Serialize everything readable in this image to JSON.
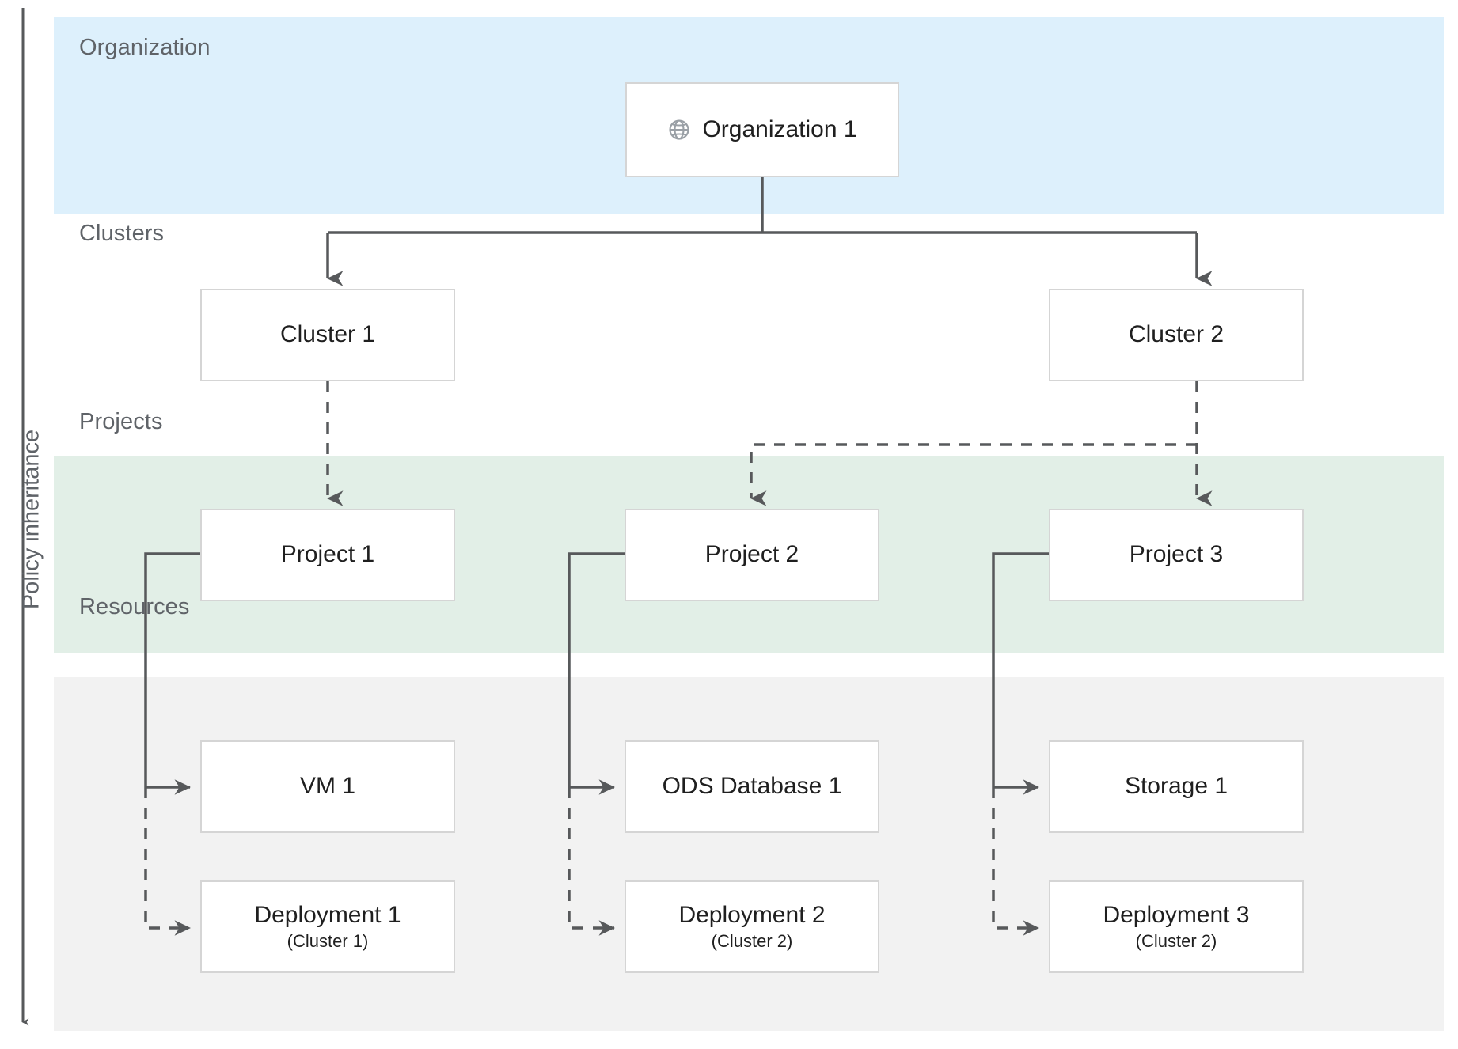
{
  "diagram": {
    "axis_label": "Policy inheritance",
    "bands": [
      {
        "id": "organization",
        "label": "Organization",
        "color": "#ddf0fc"
      },
      {
        "id": "clusters",
        "label": "Clusters",
        "color": "#ffffff"
      },
      {
        "id": "projects",
        "label": "Projects",
        "color": "#e2efe7"
      },
      {
        "id": "resources",
        "label": "Resources",
        "color": "#f2f2f2"
      }
    ],
    "nodes": {
      "organization_1": {
        "title": "Organization 1",
        "icon": "globe-icon"
      },
      "cluster_1": {
        "title": "Cluster 1"
      },
      "cluster_2": {
        "title": "Cluster 2"
      },
      "project_1": {
        "title": "Project 1"
      },
      "project_2": {
        "title": "Project 2"
      },
      "project_3": {
        "title": "Project 3"
      },
      "vm_1": {
        "title": "VM 1"
      },
      "ods_database_1": {
        "title": "ODS Database 1"
      },
      "storage_1": {
        "title": "Storage 1"
      },
      "deployment_1": {
        "title": "Deployment 1",
        "subtitle": "(Cluster 1)"
      },
      "deployment_2": {
        "title": "Deployment 2",
        "subtitle": "(Cluster 2)"
      },
      "deployment_3": {
        "title": "Deployment 3",
        "subtitle": "(Cluster 2)"
      }
    },
    "colors": {
      "connector_solid": "#57595b",
      "connector_dashed": "#57595b",
      "node_border": "#d5d5d5",
      "band_label_text": "#5f6368",
      "node_text": "#1f1f1f",
      "icon": "#9aa0a6"
    },
    "edges": [
      {
        "from": "organization_1",
        "to": "cluster_1",
        "style": "solid"
      },
      {
        "from": "organization_1",
        "to": "cluster_2",
        "style": "solid"
      },
      {
        "from": "cluster_1",
        "to": "project_1",
        "style": "dashed"
      },
      {
        "from": "cluster_2",
        "to": "project_2",
        "style": "dashed"
      },
      {
        "from": "cluster_2",
        "to": "project_3",
        "style": "dashed"
      },
      {
        "from": "project_1",
        "to": "vm_1",
        "style": "solid"
      },
      {
        "from": "project_1",
        "to": "deployment_1",
        "style": "dashed"
      },
      {
        "from": "project_2",
        "to": "ods_database_1",
        "style": "solid"
      },
      {
        "from": "project_2",
        "to": "deployment_2",
        "style": "dashed"
      },
      {
        "from": "project_3",
        "to": "storage_1",
        "style": "solid"
      },
      {
        "from": "project_3",
        "to": "deployment_3",
        "style": "dashed"
      }
    ]
  }
}
